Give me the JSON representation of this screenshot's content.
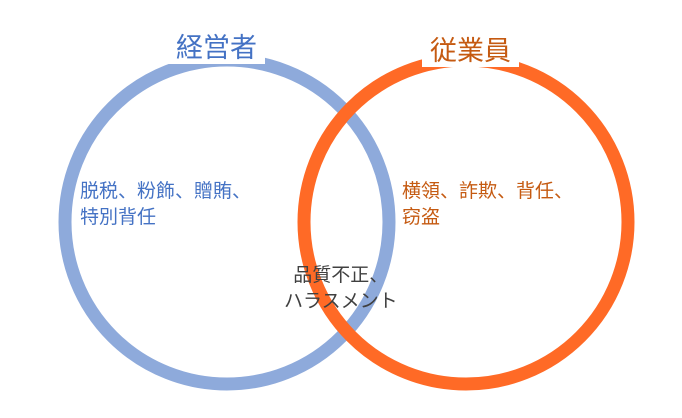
{
  "colors": {
    "management": "#8eaadb",
    "management_text": "#4472c4",
    "employee": "#ff6a26",
    "employee_text": "#c55a11",
    "overlap_text": "#404040"
  },
  "management": {
    "title": "経営者",
    "items": [
      "脱税、粉飾、贈賄、",
      "特別背任"
    ]
  },
  "employee": {
    "title": "従業員",
    "items": [
      "横領、詐欺、背任、",
      "窃盗"
    ]
  },
  "overlap": {
    "items": [
      "品質不正、",
      "ハラスメント"
    ]
  }
}
